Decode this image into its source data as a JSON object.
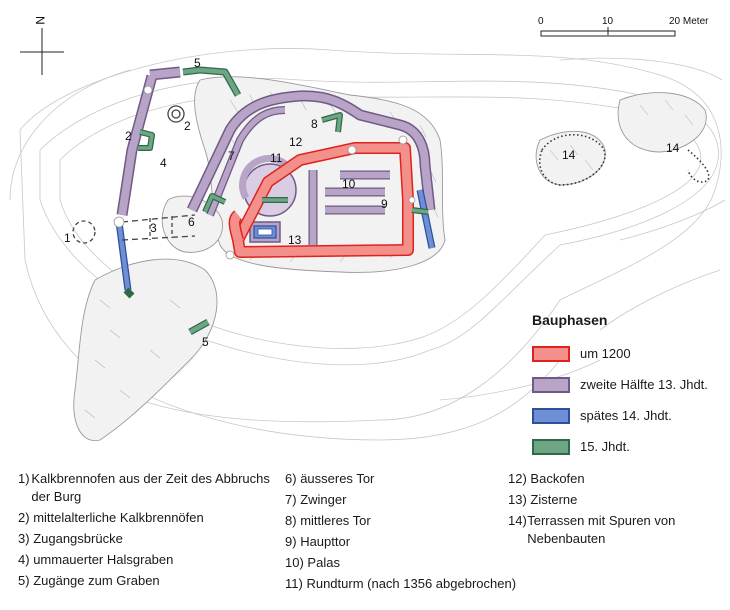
{
  "compass": {
    "north": "N"
  },
  "scale": {
    "ticks": [
      "0",
      "10",
      "20 Meter"
    ]
  },
  "map_labels": {
    "n1": "1",
    "n2a": "2",
    "n2b": "2",
    "n3": "3",
    "n4": "4",
    "n5a": "5",
    "n5b": "5",
    "n6": "6",
    "n7": "7",
    "n8": "8",
    "n9": "9",
    "n10": "10",
    "n11": "11",
    "n12": "12",
    "n13": "13",
    "n14a": "14",
    "n14b": "14"
  },
  "legend": {
    "title": "Bauphasen",
    "items": [
      {
        "label": "um 1200",
        "color": "#f4908b",
        "border": "#e0221c"
      },
      {
        "label": "zweite Hälfte 13. Jhdt.",
        "color": "#b7a4c6",
        "border": "#6f5a85"
      },
      {
        "label": "spätes 14. Jhdt.",
        "color": "#6e8fd6",
        "border": "#2f4f9c"
      },
      {
        "label": "15. Jhdt.",
        "color": "#6ea584",
        "border": "#2f6a48"
      }
    ]
  },
  "key": {
    "col1": [
      {
        "num": "1)",
        "text": "Kalkbrennofen aus der Zeit des Abbruchs der Burg"
      },
      {
        "num": "2)",
        "text": "mittelalterliche Kalkbrennöfen"
      },
      {
        "num": "3)",
        "text": "Zugangsbrücke"
      },
      {
        "num": "4)",
        "text": "ummauerter Halsgraben"
      },
      {
        "num": "5)",
        "text": "Zugänge zum Graben"
      }
    ],
    "col2": [
      {
        "num": "6)",
        "text": "äusseres Tor"
      },
      {
        "num": "7)",
        "text": "Zwinger"
      },
      {
        "num": "8)",
        "text": "mittleres Tor"
      },
      {
        "num": "9)",
        "text": "Haupttor"
      },
      {
        "num": "10)",
        "text": "Palas"
      },
      {
        "num": "11)",
        "text": "Rundturm (nach 1356 abgebrochen)"
      }
    ],
    "col3": [
      {
        "num": "12)",
        "text": "Backofen"
      },
      {
        "num": "13)",
        "text": "Zisterne"
      },
      {
        "num": "14)",
        "text": "Terrassen mit Spuren von Nebenbauten"
      }
    ]
  }
}
